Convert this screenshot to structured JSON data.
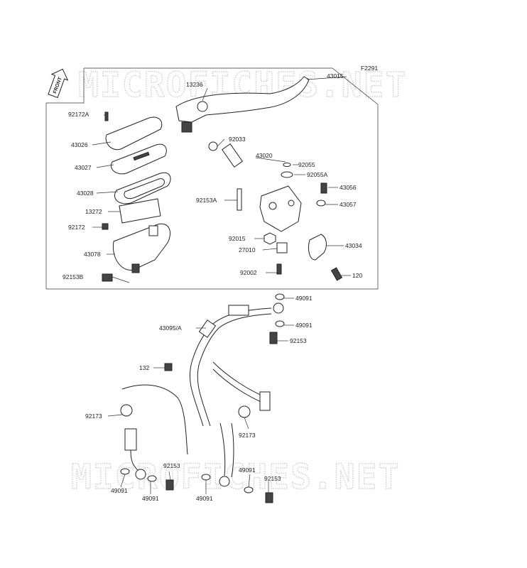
{
  "diagram_code": "F2291",
  "front_label": "FRONT",
  "watermarks": [
    "MICROFICHES.NET",
    "MICROFICHES.NET"
  ],
  "parts": [
    {
      "id": "43015"
    },
    {
      "id": "13236"
    },
    {
      "id": "92172A"
    },
    {
      "id": "92033"
    },
    {
      "id": "43026"
    },
    {
      "id": "43020"
    },
    {
      "id": "43027"
    },
    {
      "id": "92055"
    },
    {
      "id": "92055A"
    },
    {
      "id": "43028"
    },
    {
      "id": "43056"
    },
    {
      "id": "92153A"
    },
    {
      "id": "43057"
    },
    {
      "id": "13272"
    },
    {
      "id": "92172"
    },
    {
      "id": "92015"
    },
    {
      "id": "43034"
    },
    {
      "id": "27010"
    },
    {
      "id": "43078"
    },
    {
      "id": "92002"
    },
    {
      "id": "92153B"
    },
    {
      "id": "120"
    },
    {
      "id": "49091"
    },
    {
      "id": "43095/A"
    },
    {
      "id": "49091"
    },
    {
      "id": "92153"
    },
    {
      "id": "132"
    },
    {
      "id": "92173"
    },
    {
      "id": "92173"
    },
    {
      "id": "92153"
    },
    {
      "id": "49091"
    },
    {
      "id": "92153"
    },
    {
      "id": "49091"
    },
    {
      "id": "49091"
    },
    {
      "id": "49091"
    }
  ]
}
